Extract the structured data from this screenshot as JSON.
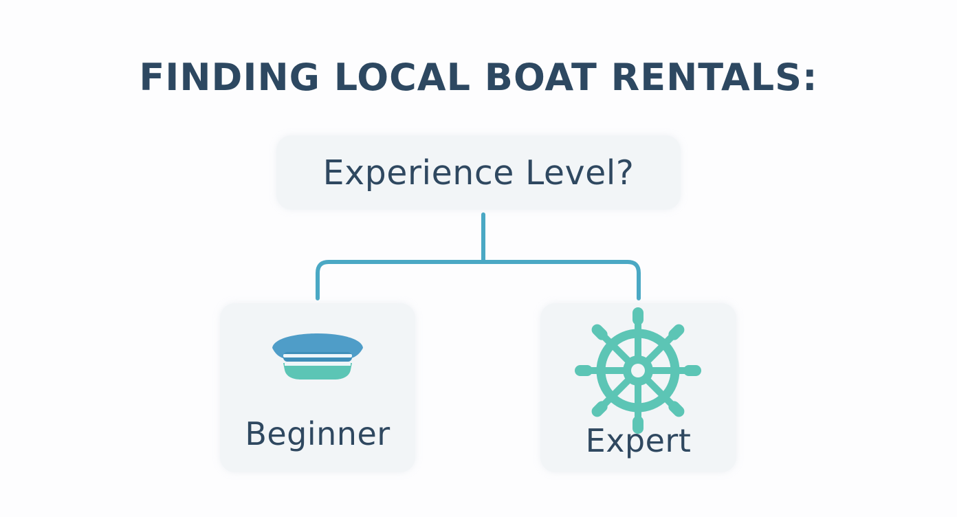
{
  "title": "FINDING LOCAL BOAT RENTALS:",
  "question": {
    "label": "Experience Level?"
  },
  "options": [
    {
      "label": "Beginner",
      "icon": "captain-hat-icon"
    },
    {
      "label": "Expert",
      "icon": "ship-wheel-icon"
    }
  ],
  "colors": {
    "text": "#2f4860",
    "connector": "#4aa8c4",
    "hat_top": "#4f9dc8",
    "accent_teal": "#5cc5b5",
    "box_fill": "#f2f5f7"
  }
}
